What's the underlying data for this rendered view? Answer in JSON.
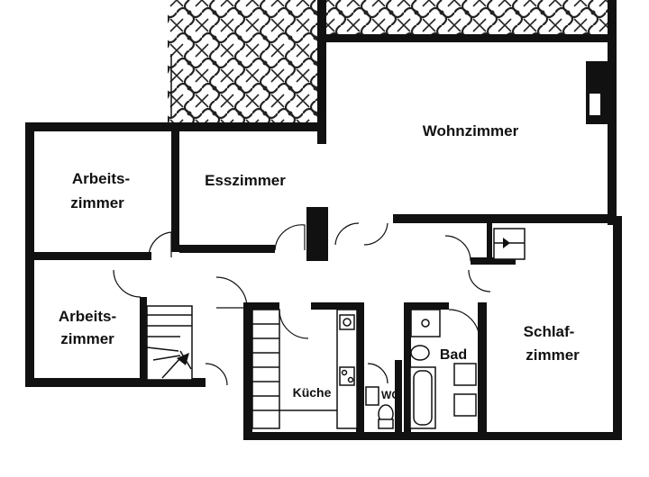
{
  "rooms": {
    "wohnzimmer": "Wohnzimmer",
    "esszimmer": "Esszimmer",
    "arbeitszimmer_1": [
      "Arbeits-",
      "zimmer"
    ],
    "arbeitszimmer_2": [
      "Arbeits-",
      "zimmer"
    ],
    "kueche": "Küche",
    "wc": "WC",
    "bad": "Bad",
    "schlafzimmer": [
      "Schlaf-",
      "zimmer"
    ]
  },
  "colors": {
    "wall": "#111111",
    "background": "#ffffff",
    "terrace_pattern": "#222222"
  }
}
